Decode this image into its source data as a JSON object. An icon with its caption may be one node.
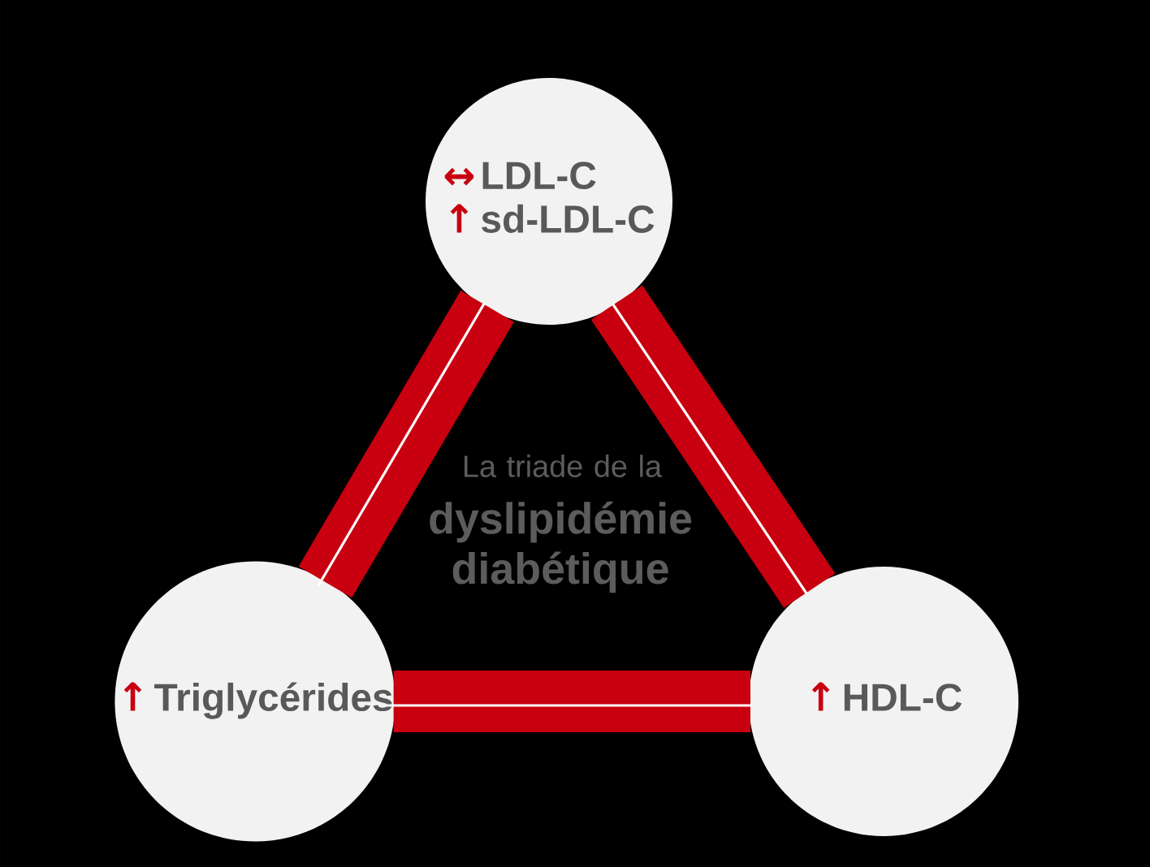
{
  "diagram": {
    "nodes": [
      {
        "text": [
          "↔",
          "LDL-C",
          "↑",
          "sd-LDL-C"
        ]
      },
      {
        "text": [
          "↑",
          "Triglycérides"
        ]
      },
      {
        "text": [
          "↑",
          "HDL-C"
        ]
      }
    ],
    "edges": [
      {
        "from": 0,
        "to": 1,
        "arrow": "none"
      },
      {
        "from": 0,
        "to": 2,
        "arrow": "none"
      },
      {
        "from": 1,
        "to": 2,
        "arrow": "none"
      }
    ],
    "labels": [
      "La triade de la",
      "dyslipidémie diabétique"
    ]
  }
}
